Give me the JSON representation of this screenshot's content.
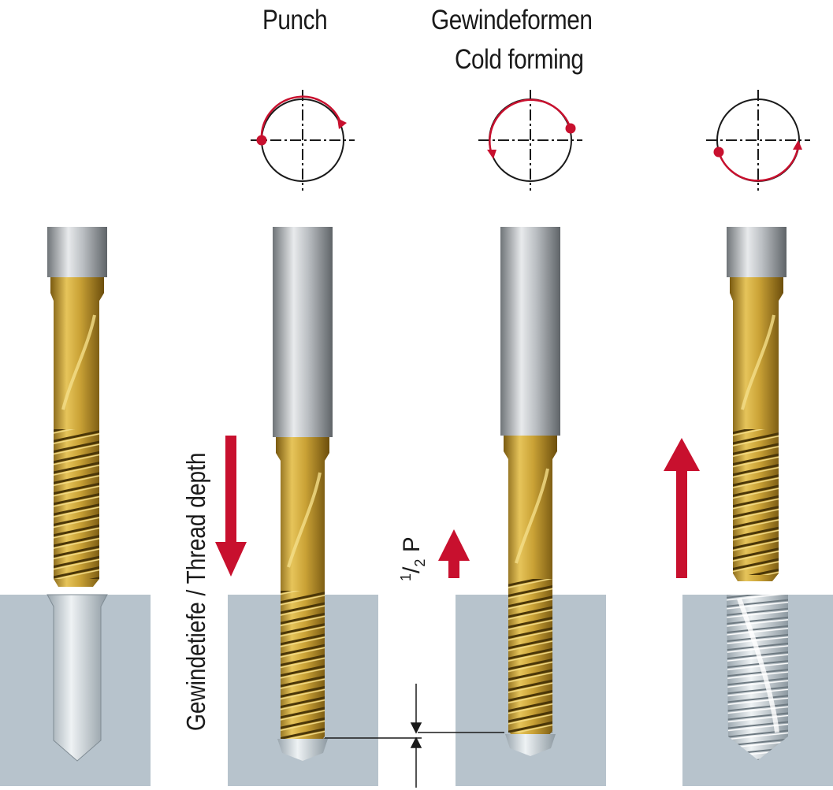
{
  "titles": {
    "punch": "Punch",
    "forming_de": "Gewindeformen",
    "forming_en": "Cold forming"
  },
  "depth_label": {
    "de": "Gewindetiefe",
    "separator": " / ",
    "en": "Thread depth"
  },
  "pitch_label": {
    "numerator": "1",
    "denominator": "2",
    "symbol": "P"
  },
  "colors": {
    "accent_red": "#c8102e",
    "workpiece": "#b7c3cc",
    "tool_gold": "#c9a230",
    "shank_gray": "#9ea3a8"
  },
  "icons": [
    "rotation-diagram-icon",
    "arrow-down-icon",
    "arrow-up-icon"
  ]
}
